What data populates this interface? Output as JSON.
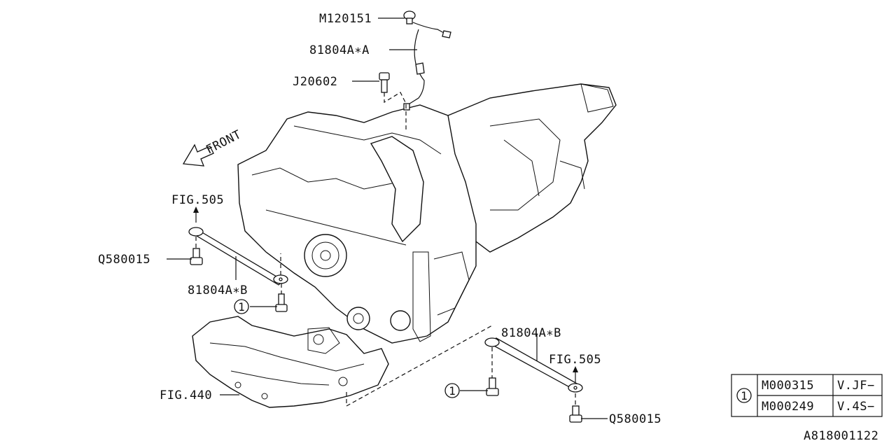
{
  "labels": {
    "m120151": "M120151",
    "a81804_a": "81804A∗A",
    "j20602": "J20602",
    "front": "FRONT",
    "fig505_left": "FIG.505",
    "q580015_left": "Q580015",
    "a81804_b_left": "81804A∗B",
    "callout_1_left": "1",
    "fig440": "FIG.440",
    "a81804_b_right": "81804A∗B",
    "fig505_right": "FIG.505",
    "callout_1_right": "1",
    "q580015_right": "Q580015"
  },
  "table": {
    "callout": "1",
    "rows": [
      {
        "part": "M000315",
        "code": "V.JF−"
      },
      {
        "part": "M000249",
        "code": "V.4S−"
      }
    ]
  },
  "figure_id": "A818001122"
}
